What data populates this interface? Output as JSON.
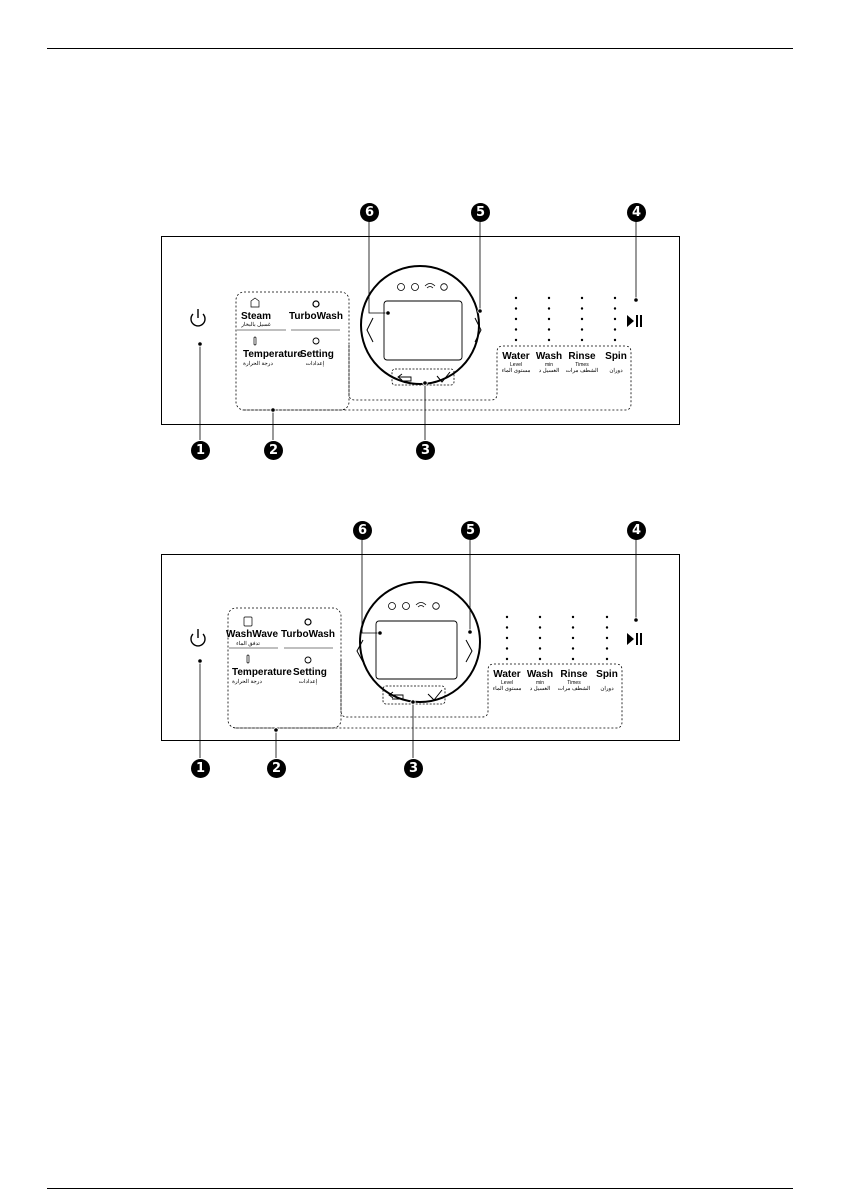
{
  "callouts": [
    "1",
    "2",
    "3",
    "4",
    "5",
    "6"
  ],
  "panel_a": {
    "options": {
      "top_left": {
        "label": "Steam",
        "arabic": "غسيل بالبخار",
        "icon": "steam-icon"
      },
      "top_right": {
        "label": "TurboWash",
        "icon": "turbowash-icon"
      },
      "bottom_left": {
        "label": "Temperature",
        "arabic": "درجة الحرارة",
        "icon": "thermometer-icon"
      },
      "bottom_right": {
        "label": "Setting",
        "arabic": "إعدادات",
        "icon": "gear-icon"
      }
    }
  },
  "panel_b": {
    "options": {
      "top_left": {
        "label": "WashWave",
        "arabic": "تدفق الماء",
        "icon": "washwave-icon"
      },
      "top_right": {
        "label": "TurboWash",
        "icon": "turbowash-icon"
      },
      "bottom_left": {
        "label": "Temperature",
        "arabic": "درجة الحرارة",
        "icon": "thermometer-icon"
      },
      "bottom_right": {
        "label": "Setting",
        "arabic": "إعدادات",
        "icon": "gear-icon"
      }
    }
  },
  "cycle_buttons": [
    {
      "label": "Water",
      "sub": "Level",
      "arabic": "مستوى الماء"
    },
    {
      "label": "Wash",
      "sub": "min",
      "arabic": "الغسيل د"
    },
    {
      "label": "Rinse",
      "sub": "Times",
      "arabic": "الشطف مرات"
    },
    {
      "label": "Spin",
      "sub": "",
      "arabic": "دوران"
    }
  ],
  "display_icons": [
    "child-lock-icon",
    "timer-icon",
    "wifi-icon",
    "remote-start-icon"
  ],
  "button_icons": {
    "power": "power-icon",
    "start": "start-pause-icon",
    "back": "back-arrow-icon",
    "ok": "check-icon",
    "left": "chevron-left-icon",
    "right": "chevron-right-icon"
  }
}
